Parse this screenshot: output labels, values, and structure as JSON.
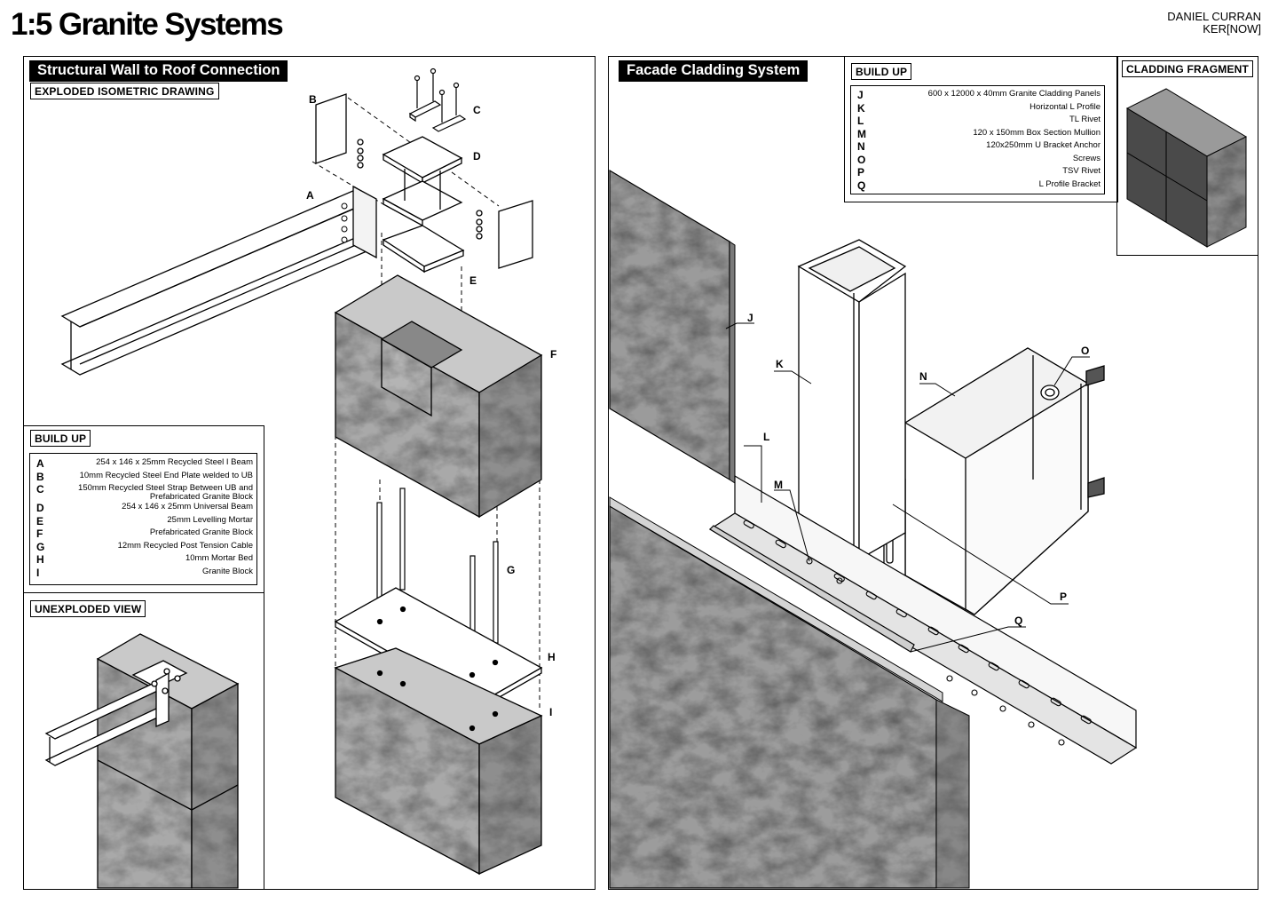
{
  "sheet": {
    "title": "1:5 Granite Systems",
    "author_line1": "DANIEL CURRAN",
    "author_line2": "KER[NOW]"
  },
  "left_panel": {
    "title": "Structural Wall to Roof Connection",
    "subtitle": "EXPLODED ISOMETRIC DRAWING",
    "callouts": [
      "A",
      "B",
      "C",
      "D",
      "E",
      "F",
      "G",
      "H",
      "I"
    ],
    "build_up": {
      "heading": "BUILD UP",
      "items": [
        {
          "letter": "A",
          "text": "254 x 146 x 25mm Recycled Steel I Beam"
        },
        {
          "letter": "B",
          "text": "10mm Recycled Steel End Plate welded to UB"
        },
        {
          "letter": "C",
          "text": "150mm Recycled Steel Strap Between UB and Prefabricated Granite Block"
        },
        {
          "letter": "D",
          "text": "254 x 146 x 25mm Universal Beam"
        },
        {
          "letter": "E",
          "text": "25mm Levelling Mortar"
        },
        {
          "letter": "F",
          "text": "Prefabricated Granite Block"
        },
        {
          "letter": "G",
          "text": "12mm Recycled Post Tension Cable"
        },
        {
          "letter": "H",
          "text": "10mm Mortar Bed"
        },
        {
          "letter": "I",
          "text": "Granite Block"
        }
      ]
    },
    "unexploded_heading": "UNEXPLODED VIEW"
  },
  "right_panel": {
    "title": "Facade Cladding System",
    "callouts": [
      "J",
      "K",
      "L",
      "M",
      "N",
      "O",
      "P",
      "Q"
    ],
    "build_up": {
      "heading": "BUILD UP",
      "items": [
        {
          "letter": "J",
          "text": "600 x 12000 x 40mm Granite Cladding Panels"
        },
        {
          "letter": "K",
          "text": "Horizontal L Profile"
        },
        {
          "letter": "L",
          "text": "TL Rivet"
        },
        {
          "letter": "M",
          "text": "120 x 150mm Box Section Mullion"
        },
        {
          "letter": "N",
          "text": "120x250mm U Bracket Anchor"
        },
        {
          "letter": "O",
          "text": "Screws"
        },
        {
          "letter": "P",
          "text": "TSV Rivet"
        },
        {
          "letter": "Q",
          "text": "L Profile Bracket"
        }
      ]
    },
    "fragment_heading": "CLADDING FRAGMENT"
  },
  "colors": {
    "stone_top": "#c9c9c9",
    "stone_front": "#a9a9a9",
    "stone_side": "#8e8e8e",
    "ink": "#000000"
  }
}
